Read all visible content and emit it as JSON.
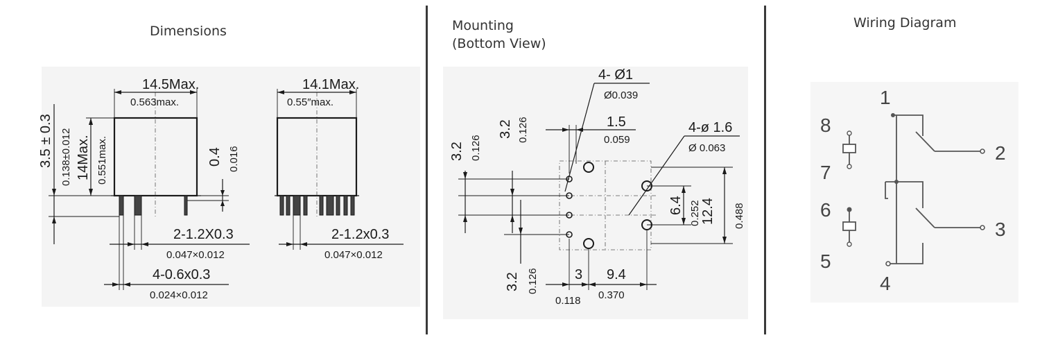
{
  "panels": {
    "dimensions": {
      "title": "Dimensions"
    },
    "mounting": {
      "title_line1": "Mounting",
      "title_line2": "(Bottom View)"
    },
    "wiring": {
      "title": "Wiring Diagram"
    }
  },
  "dimensions": {
    "width_mm": "14.5Max.",
    "width_in": "0.563max.",
    "depth_mm": "14.1Max.",
    "depth_in": "0.55″max.",
    "height_mm": "14Max.",
    "height_in": "0.551max.",
    "pin_len_mm": "3.5 ± 0.3",
    "pin_len_in": "0.138±0.012",
    "gap_mm": "0.4",
    "gap_in": "0.016",
    "pin1_mm": "2-1.2X0.3",
    "pin1_in": "0.047×0.012",
    "pin2_mm": "2-1.2x0.3",
    "pin2_in": "0.047×0.012",
    "pin3_mm": "4-0.6x0.3",
    "pin3_in": "0.024×0.012"
  },
  "mounting": {
    "hole1_mm": "4- Ø1",
    "hole1_in": "Ø0.039",
    "hole2_mm": "4-ø 1.6",
    "hole2_in": "Ø 0.063",
    "d15_mm": "1.5",
    "d15_in": "0.059",
    "d32a_mm": "3.2",
    "d32a_in": "0.126",
    "d32b_mm": "3.2",
    "d32b_in": "0.126",
    "d32c_mm": "3.2",
    "d32c_in": "0.126",
    "d64_mm": "6.4",
    "d64_in": "0.252",
    "d124_mm": "12.4",
    "d124_in": "0.488",
    "d3_mm": "3",
    "d3_in": "0.118",
    "d94_mm": "9.4",
    "d94_in": "0.370"
  },
  "wiring": {
    "terminals": [
      "1",
      "2",
      "3",
      "4",
      "5",
      "6",
      "7",
      "8"
    ]
  }
}
